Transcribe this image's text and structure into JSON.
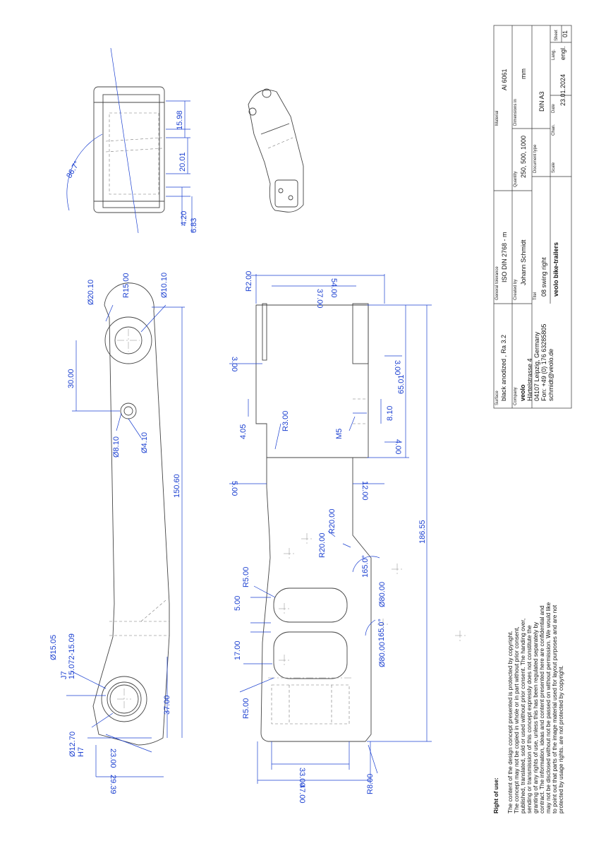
{
  "dimensions": {
    "view1": [
      "Ø20.10",
      "R15.00",
      "Ø10.10",
      "30.00",
      "150.60",
      "Ø8.10",
      "Ø4.10",
      "Ø15.05",
      "J7",
      "15.072-15.09",
      "Ø12.70",
      "H7",
      "23.00",
      "37.00",
      "29.39"
    ],
    "view2": [
      "R2.00",
      "54.00",
      "37.00",
      "3.00",
      "3.00",
      "4.05",
      "R3.00",
      "M5",
      "65.01",
      "8.10",
      "4.00",
      "5.00",
      "12.00",
      "R20.00",
      "R20.00",
      "186.55",
      "165.0°",
      "Ø80.00",
      "R5.00",
      "5.00",
      "17.00",
      "165.0°",
      "Ø80.00",
      "R5.00",
      "33.00",
      "47.00",
      "R8.00"
    ],
    "view3": [
      "86.7°",
      "15.98",
      "20.01",
      "4.20",
      "6.83"
    ]
  },
  "title_block": {
    "surface_label": "Surface",
    "surface_value": "black anodized , Ra 3.2",
    "tolerance_label": "General tolerance",
    "tolerance_value": "ISO DIN 2768 - m",
    "material_label": "Material",
    "material_value": "Al 6061",
    "company_label": "Company",
    "company_name": "veolo",
    "company_street": "Härtelstrasse 4",
    "company_city": "04107 Leipzig, Germany",
    "company_phone": "Fon: +49 (0) 176 63285805",
    "company_email": "schmidt@veolo.de",
    "created_label": "Created by",
    "created_value": "Johann Schmidt",
    "quantity_label": "Quantity",
    "quantity_value": "250, 500, 1000",
    "dimensions_label": "Dimensions in",
    "dimensions_value": "mm",
    "title_label": "Titel",
    "title_value": "08 swing right",
    "title_brand": "veolo bike-trailers",
    "doctype_label": "Document type",
    "doctype_value": "DIN A3",
    "scale_label": "Scale",
    "chan_label": "Chan.",
    "date_label": "Date",
    "date_value": "23.01.2024",
    "lang_label": "Lang.",
    "lang_value": "engl.",
    "sheet_label": "Sheet",
    "sheet_value": "01"
  },
  "rights": {
    "heading": "Right of use:",
    "lines": [
      "The content of the design concept presented is protected by copyright.",
      "The concept may not be copied in whole or in part without prior consent,",
      "published, translated, sold or used without prior consent. The handing over,",
      "sending or transmission of this concept expressly does not constitute the",
      "granting of any rights of use, unless this has been regulated separately by",
      "contract. The information, ideas and content presented here are confidential and",
      "may not be disclosed without not be passed on without permission. We would like",
      "to point out that parts of the image material used for layout purposes and are not",
      "protected by usage rights. are not protected by copyright."
    ]
  }
}
